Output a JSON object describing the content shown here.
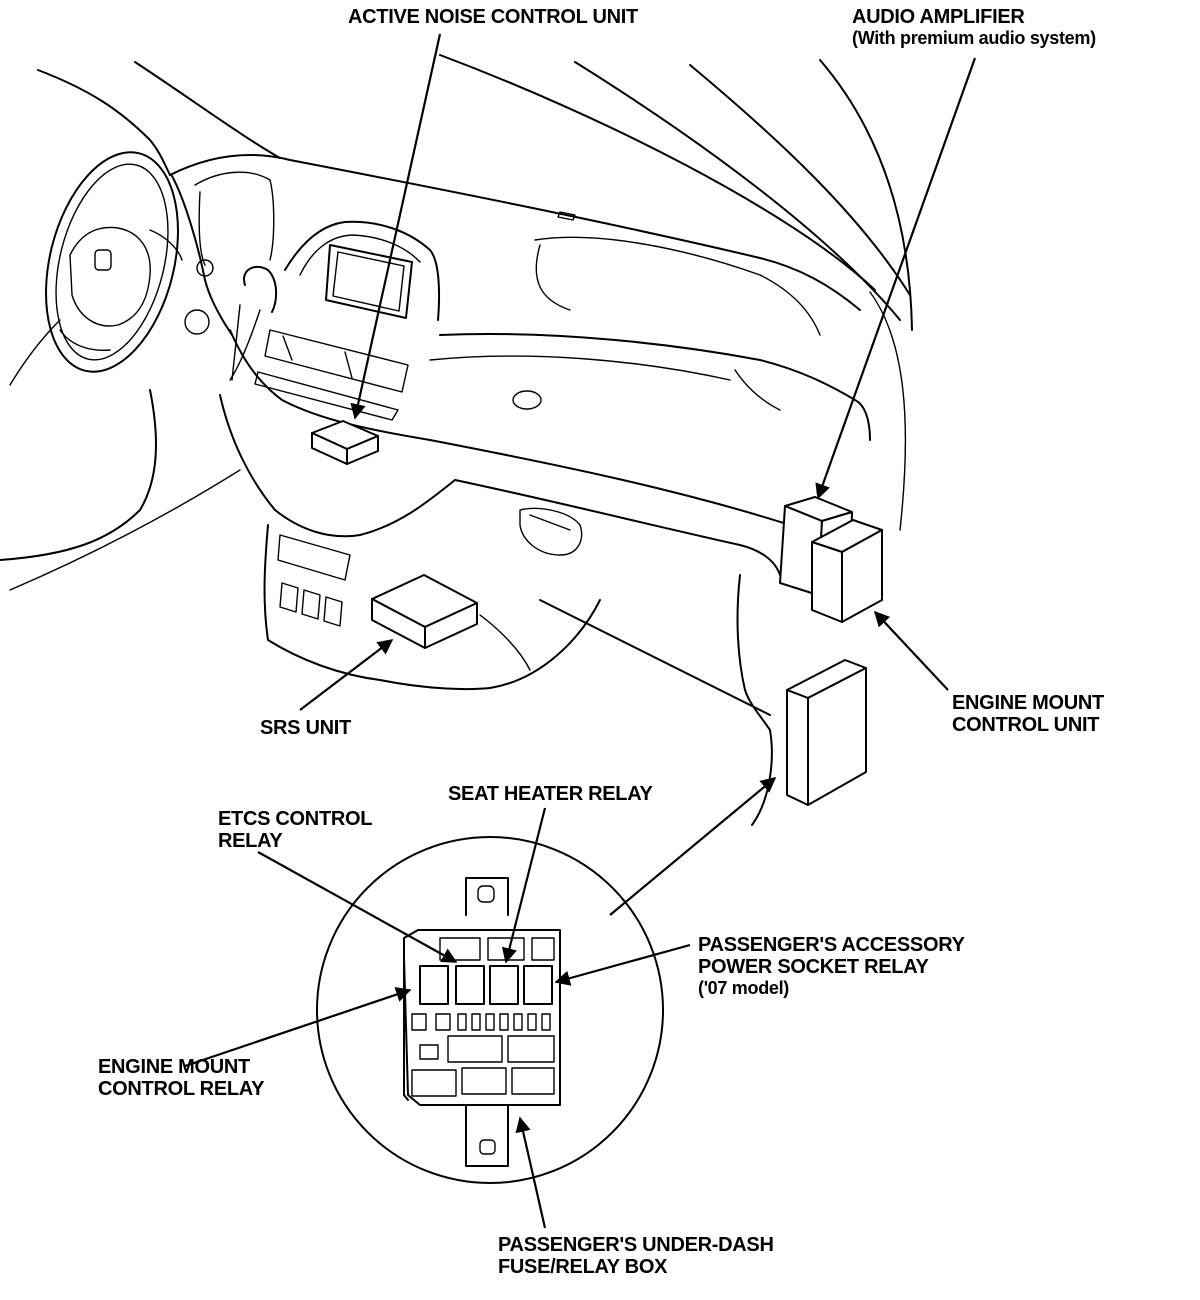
{
  "labels": {
    "active_noise": "ACTIVE NOISE CONTROL UNIT",
    "audio_amp_title": "AUDIO AMPLIFIER",
    "audio_amp_note": "(With premium audio system)",
    "engine_mount_unit_1": "ENGINE MOUNT",
    "engine_mount_unit_2": "CONTROL UNIT",
    "srs_unit": "SRS UNIT",
    "seat_heater_relay": "SEAT HEATER RELAY",
    "etcs_relay_1": "ETCS CONTROL",
    "etcs_relay_2": "RELAY",
    "accessory_relay_1": "PASSENGER'S ACCESSORY",
    "accessory_relay_2": "POWER SOCKET RELAY",
    "accessory_relay_3": "('07 model)",
    "engine_mount_relay_1": "ENGINE MOUNT",
    "engine_mount_relay_2": "CONTROL RELAY",
    "fuse_box_1": "PASSENGER'S UNDER-DASH",
    "fuse_box_2": "FUSE/RELAY BOX"
  }
}
